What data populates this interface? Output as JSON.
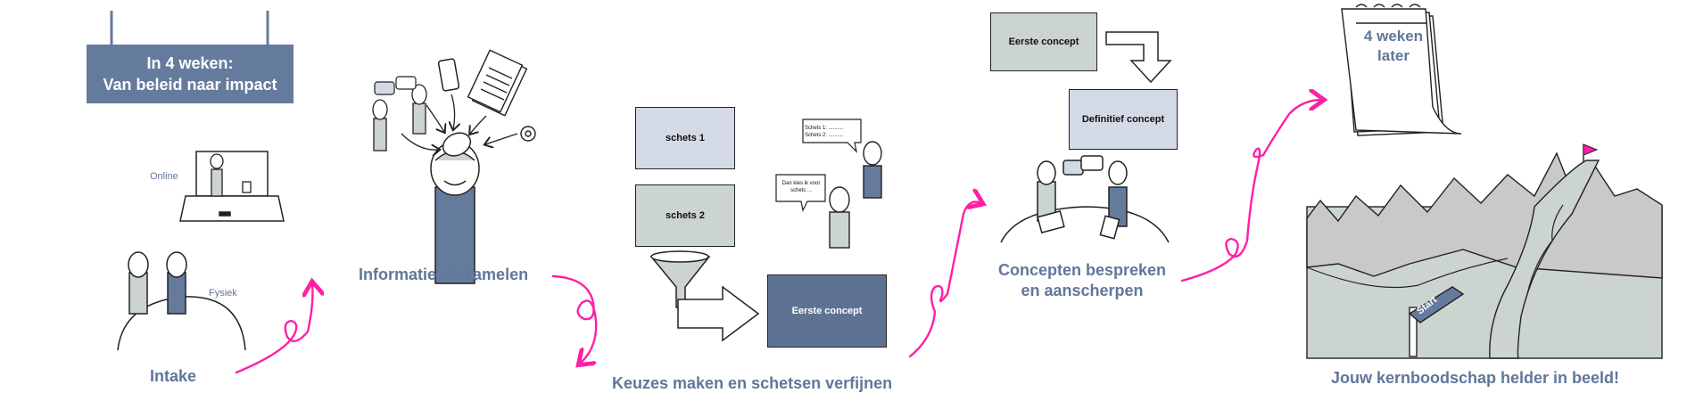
{
  "banner": {
    "line1": "In 4 weken:",
    "line2": "Van beleid naar impact"
  },
  "intake": {
    "online_label": "Online",
    "fysiek_label": "Fysiek",
    "title": "Intake"
  },
  "informatie": {
    "title": "Informatie verzamelen"
  },
  "keuzes": {
    "sketch1": "schets 1",
    "sketch2": "schets 2",
    "concept": "Eerste concept",
    "bubble_left": "Dan kies ik voor schets ...",
    "bubble_right_1": "Schets 1: ..........",
    "bubble_right_2": "Schets 2: ..........",
    "title": "Keuzes maken en schetsen verfijnen"
  },
  "concepten": {
    "first": "Eerste concept",
    "final": "Definitief concept",
    "title_line1": "Concepten bespreken",
    "title_line2": "en aanscherpen"
  },
  "result": {
    "calendar": "4 weken later",
    "sign": "Start",
    "title": "Jouw kernboodschap helder in beeld!"
  },
  "colors": {
    "navy": "#657b9d",
    "pink": "#ff1fa6",
    "mountain_grey": "#c9c9c9",
    "valley_green": "#ccd4cf",
    "ink": "#222222"
  }
}
